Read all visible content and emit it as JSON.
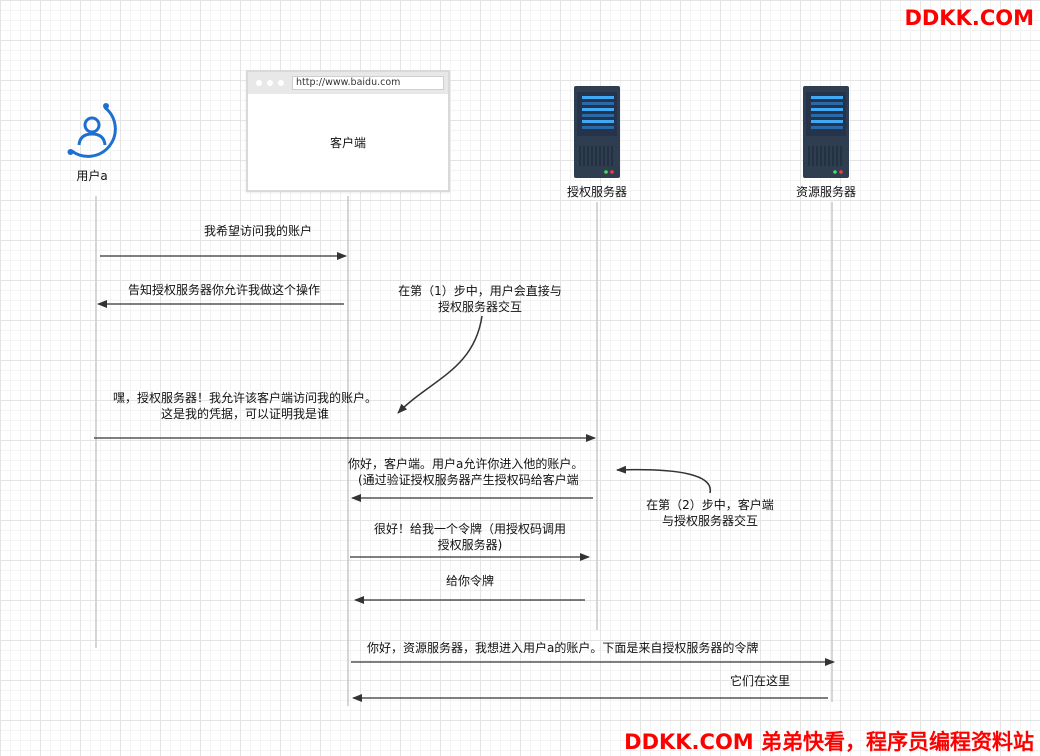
{
  "watermark": {
    "top": "DDKK.COM",
    "bottom": "DDKK.COM 弟弟快看，程序员编程资料站"
  },
  "actors": {
    "user": {
      "label": "用户a",
      "icon": "user-circle-icon",
      "color": "#1f6fd1"
    },
    "client": {
      "url": "http://www.baidu.com",
      "label": "客户端"
    },
    "auth_server": {
      "label": "授权服务器",
      "icon": "server-icon"
    },
    "resource_server": {
      "label": "资源服务器",
      "icon": "server-icon"
    }
  },
  "messages": [
    {
      "text": "我希望访问我的账户"
    },
    {
      "text": "告知授权服务器你允许我做这个操作"
    },
    {
      "line1": "嘿，授权服务器！我允许该客户端访问我的账户。",
      "line2": "这是我的凭据，可以证明我是谁"
    },
    {
      "line1": "你好，客户端。用户a允许你进入他的账户。",
      "line2": "(通过验证授权服务器产生授权码给客户端"
    },
    {
      "line1": "很好！给我一个令牌（用授权码调用",
      "line2": "授权服务器)"
    },
    {
      "text": "给你令牌"
    },
    {
      "text": "你好，资源服务器，我想进入用户a的账户。下面是来自授权服务器的令牌"
    },
    {
      "text": "它们在这里"
    }
  ],
  "notes": [
    {
      "line1": "在第（1）步中，用户会直接与",
      "line2": "授权服务器交互"
    },
    {
      "line1": "在第（2）步中，客户端",
      "line2": "与授权服务器交互"
    }
  ]
}
